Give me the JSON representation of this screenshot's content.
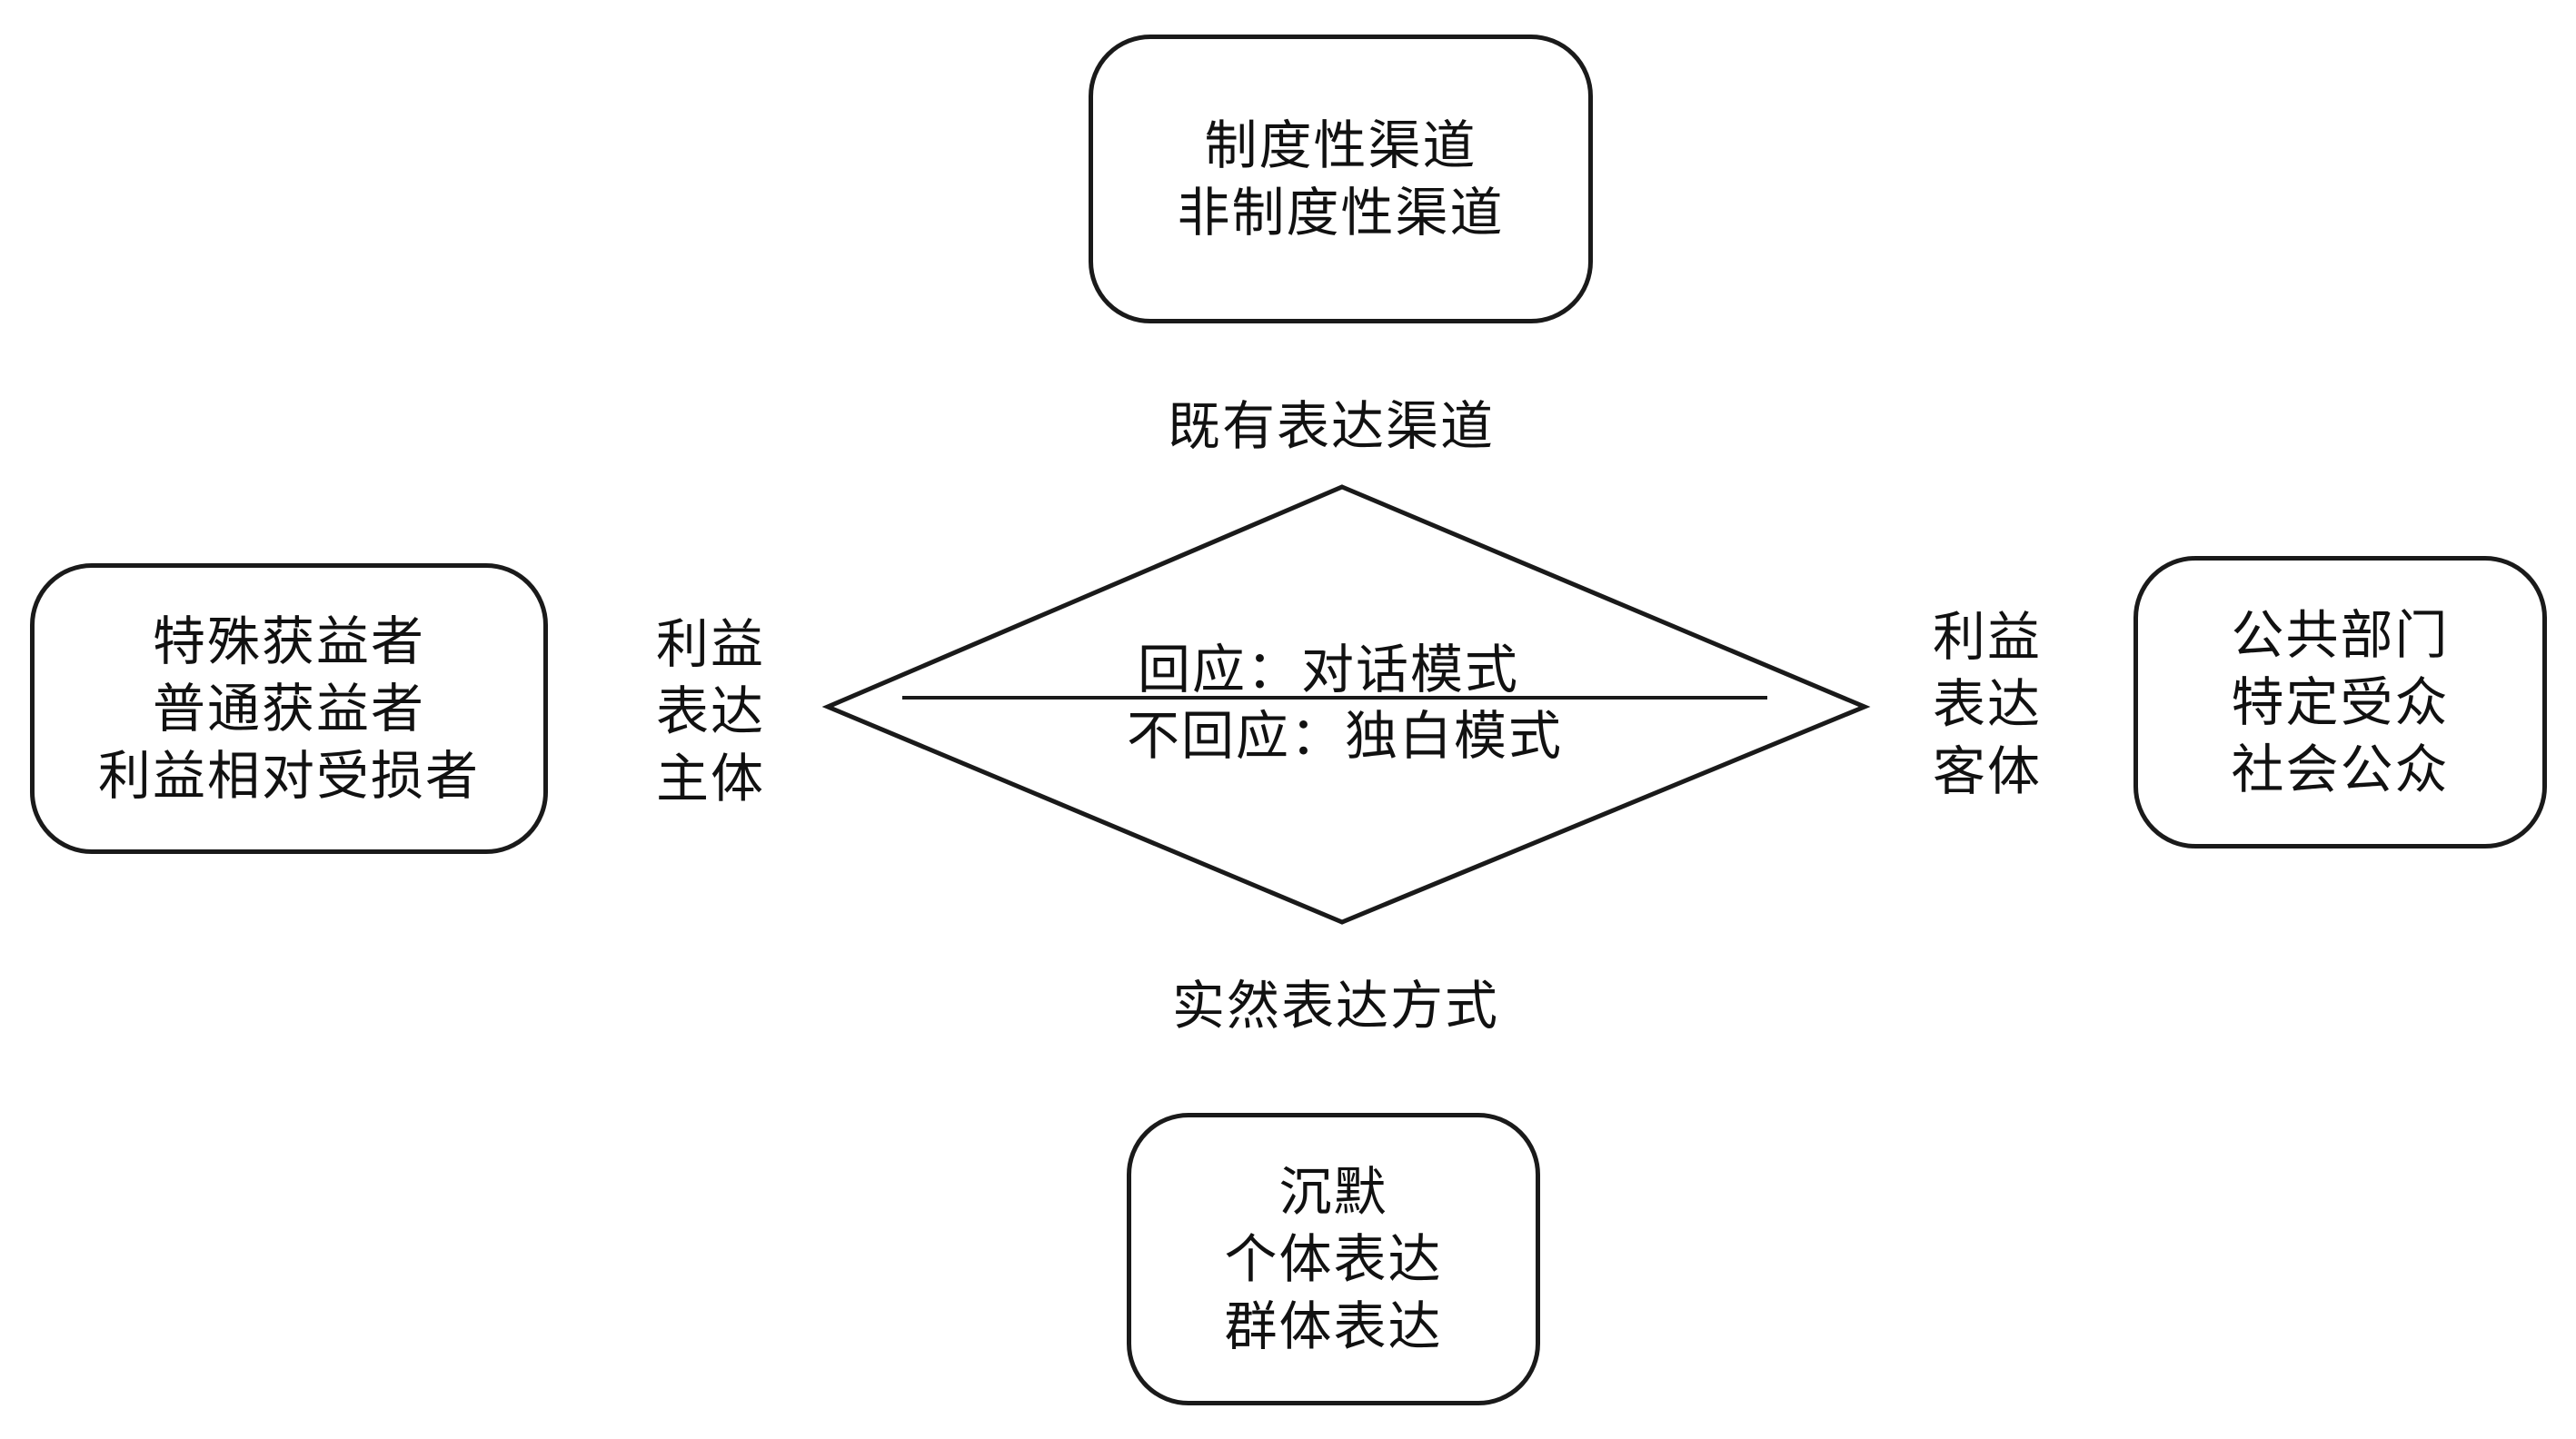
{
  "top_box": {
    "lines": [
      "制度性渠道",
      "非制度性渠道"
    ]
  },
  "left_box": {
    "lines": [
      "特殊获益者",
      "普通获益者",
      "利益相对受损者"
    ]
  },
  "right_box": {
    "lines": [
      "公共部门",
      "特定受众",
      "社会公众"
    ]
  },
  "bottom_box": {
    "lines": [
      "沉默",
      "个体表达",
      "群体表达"
    ]
  },
  "labels": {
    "top": "既有表达渠道",
    "bottom": "实然表达方式",
    "left": [
      "利益",
      "表达",
      "主体"
    ],
    "right": [
      "利益",
      "表达",
      "客体"
    ]
  },
  "diamond": {
    "upper_text": "回应：对话模式",
    "lower_text": "不回应：独白模式"
  },
  "colors": {
    "stroke": "#1a1a1a",
    "text": "#111111",
    "background": "#ffffff"
  }
}
